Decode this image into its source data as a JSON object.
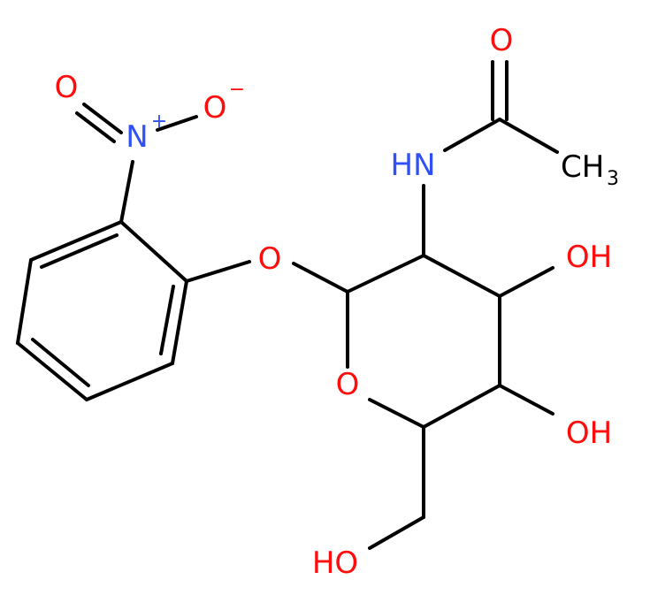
{
  "molecule": {
    "atoms": {
      "nitro_o1": {
        "text": "O",
        "color": "#ff0d0d"
      },
      "nitro_n": {
        "text": "N",
        "charge": "+",
        "color": "#3050f8"
      },
      "nitro_o2": {
        "text": "O",
        "charge": "−",
        "color": "#ff0d0d"
      },
      "ether_o": {
        "text": "O",
        "color": "#ff0d0d"
      },
      "ring_o": {
        "text": "O",
        "color": "#ff0d0d"
      },
      "amide_nh": {
        "text": "HN",
        "color": "#3050f8"
      },
      "carbonyl_o": {
        "text": "O",
        "color": "#ff0d0d"
      },
      "methyl": {
        "text": "CH",
        "subscript": "3",
        "color": "#000000"
      },
      "oh_c3": {
        "text": "OH",
        "color": "#ff0d0d"
      },
      "oh_c4": {
        "text": "OH",
        "color": "#ff0d0d"
      },
      "ho_c6": {
        "text": "HO",
        "color": "#ff0d0d"
      }
    },
    "bond_color": "#000000"
  }
}
